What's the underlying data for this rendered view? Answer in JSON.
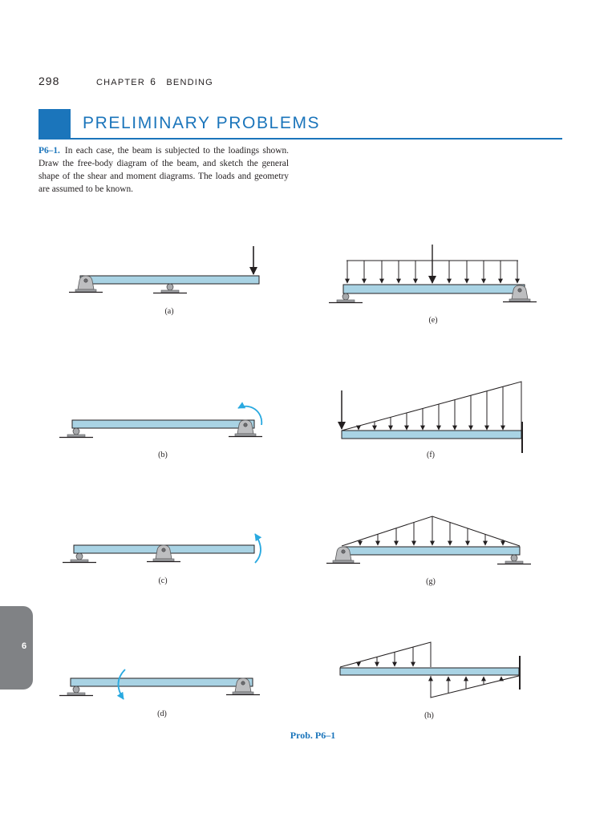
{
  "header": {
    "page_number": "298",
    "chapter_word": "Chapter",
    "chapter_number": "6",
    "chapter_title": "Bending"
  },
  "section": {
    "title": "PRELIMINARY PROBLEMS"
  },
  "problem": {
    "number": "P6–1.",
    "text": "In each case, the beam is subjected to the loadings shown. Draw the free-body diagram of the beam, and sketch the general shape of the shear and moment diagrams. The loads and geometry are assumed to be known."
  },
  "side_tab": {
    "label": "6"
  },
  "figures": {
    "a": "(a)",
    "b": "(b)",
    "c": "(c)",
    "d": "(d)",
    "e": "(e)",
    "f": "(f)",
    "g": "(g)",
    "h": "(h)"
  },
  "caption": "Prob. P6–1",
  "colors": {
    "accent_blue": "#1b75bb",
    "beam_fill": "#a9d3e4",
    "moment_arrow": "#29a9e0",
    "tab_gray": "#808285"
  }
}
